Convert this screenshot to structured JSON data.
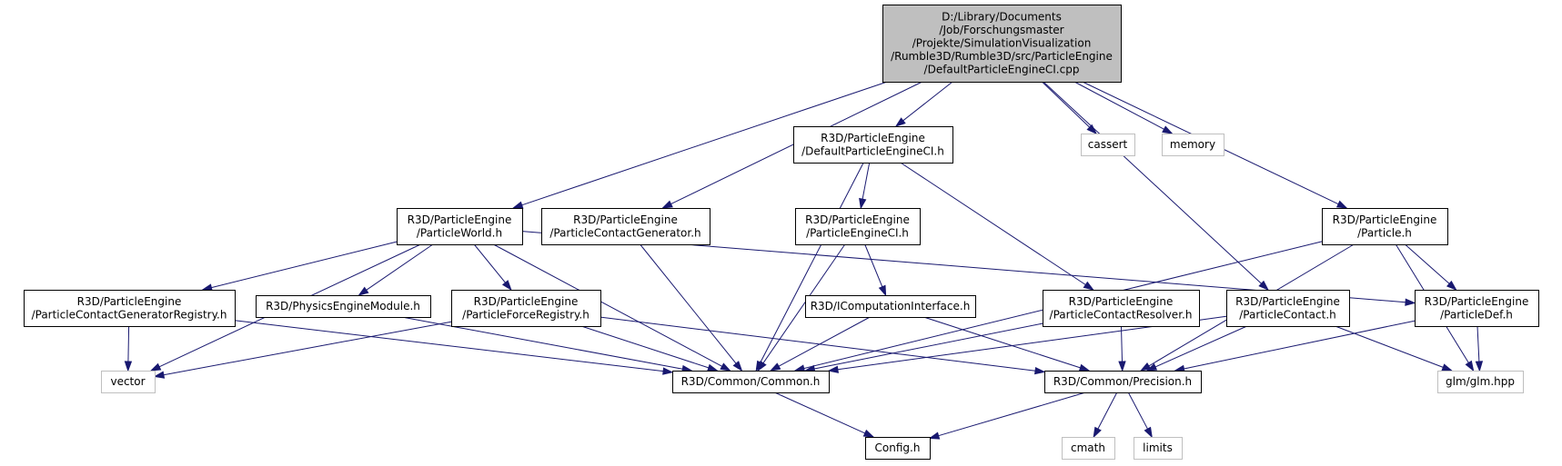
{
  "colors": {
    "edge": "#191970",
    "root_fill": "#bfbfbf",
    "node_border": "#000000",
    "external_border": "#bfbfbf",
    "text": "#000000"
  },
  "nodes": [
    {
      "id": "root",
      "kind": "root",
      "lines": [
        "D:/Library/Documents",
        "/Job/Forschungsmaster",
        "/Projekte/SimulationVisualization",
        "/Rumble3D/Rumble3D/src/ParticleEngine",
        "/DefaultParticleEngineCI.cpp"
      ]
    },
    {
      "id": "dpeci_h",
      "kind": "internal",
      "lines": [
        "R3D/ParticleEngine",
        "/DefaultParticleEngineCI.h"
      ]
    },
    {
      "id": "cassert",
      "kind": "external",
      "lines": [
        "cassert"
      ]
    },
    {
      "id": "memory",
      "kind": "external",
      "lines": [
        "memory"
      ]
    },
    {
      "id": "pworld",
      "kind": "internal",
      "lines": [
        "R3D/ParticleEngine",
        "/ParticleWorld.h"
      ]
    },
    {
      "id": "pcgen",
      "kind": "internal",
      "lines": [
        "R3D/ParticleEngine",
        "/ParticleContactGenerator.h"
      ]
    },
    {
      "id": "peci",
      "kind": "internal",
      "lines": [
        "R3D/ParticleEngine",
        "/ParticleEngineCI.h"
      ]
    },
    {
      "id": "particle",
      "kind": "internal",
      "lines": [
        "R3D/ParticleEngine",
        "/Particle.h"
      ]
    },
    {
      "id": "pcgreg",
      "kind": "internal",
      "lines": [
        "R3D/ParticleEngine",
        "/ParticleContactGeneratorRegistry.h"
      ]
    },
    {
      "id": "pemod",
      "kind": "internal",
      "lines": [
        "R3D/PhysicsEngineModule.h"
      ]
    },
    {
      "id": "pfreg",
      "kind": "internal",
      "lines": [
        "R3D/ParticleEngine",
        "/ParticleForceRegistry.h"
      ]
    },
    {
      "id": "ici",
      "kind": "internal",
      "lines": [
        "R3D/IComputationInterface.h"
      ]
    },
    {
      "id": "pcres",
      "kind": "internal",
      "lines": [
        "R3D/ParticleEngine",
        "/ParticleContactResolver.h"
      ]
    },
    {
      "id": "pcontact",
      "kind": "internal",
      "lines": [
        "R3D/ParticleEngine",
        "/ParticleContact.h"
      ]
    },
    {
      "id": "pdef",
      "kind": "internal",
      "lines": [
        "R3D/ParticleEngine",
        "/ParticleDef.h"
      ]
    },
    {
      "id": "vector",
      "kind": "external",
      "lines": [
        "vector"
      ]
    },
    {
      "id": "common",
      "kind": "internal",
      "lines": [
        "R3D/Common/Common.h"
      ]
    },
    {
      "id": "precision",
      "kind": "internal",
      "lines": [
        "R3D/Common/Precision.h"
      ]
    },
    {
      "id": "glm",
      "kind": "external",
      "lines": [
        "glm/glm.hpp"
      ]
    },
    {
      "id": "cmath",
      "kind": "external",
      "lines": [
        "cmath"
      ]
    },
    {
      "id": "limits",
      "kind": "external",
      "lines": [
        "limits"
      ]
    },
    {
      "id": "config",
      "kind": "internal",
      "lines": [
        "Config.h"
      ]
    }
  ],
  "edges": [
    [
      "root",
      "pworld"
    ],
    [
      "root",
      "pcgen"
    ],
    [
      "root",
      "dpeci_h"
    ],
    [
      "root",
      "cassert"
    ],
    [
      "root",
      "memory"
    ],
    [
      "root",
      "particle"
    ],
    [
      "root",
      "pcontact"
    ],
    [
      "dpeci_h",
      "peci"
    ],
    [
      "dpeci_h",
      "common"
    ],
    [
      "dpeci_h",
      "pcres"
    ],
    [
      "pworld",
      "vector"
    ],
    [
      "pworld",
      "pcgreg"
    ],
    [
      "pworld",
      "pemod"
    ],
    [
      "pworld",
      "pfreg"
    ],
    [
      "pworld",
      "common"
    ],
    [
      "pworld",
      "pdef"
    ],
    [
      "pcgen",
      "common"
    ],
    [
      "peci",
      "ici"
    ],
    [
      "peci",
      "common"
    ],
    [
      "particle",
      "common"
    ],
    [
      "particle",
      "pdef"
    ],
    [
      "particle",
      "precision"
    ],
    [
      "particle",
      "glm"
    ],
    [
      "pcgreg",
      "vector"
    ],
    [
      "pcgreg",
      "common"
    ],
    [
      "pemod",
      "common"
    ],
    [
      "pfreg",
      "vector"
    ],
    [
      "pfreg",
      "common"
    ],
    [
      "pfreg",
      "precision"
    ],
    [
      "ici",
      "common"
    ],
    [
      "ici",
      "precision"
    ],
    [
      "pcres",
      "common"
    ],
    [
      "pcres",
      "precision"
    ],
    [
      "pcontact",
      "common"
    ],
    [
      "pcontact",
      "precision"
    ],
    [
      "pcontact",
      "glm"
    ],
    [
      "pdef",
      "precision"
    ],
    [
      "pdef",
      "glm"
    ],
    [
      "common",
      "config"
    ],
    [
      "precision",
      "config"
    ],
    [
      "precision",
      "cmath"
    ],
    [
      "precision",
      "limits"
    ]
  ]
}
